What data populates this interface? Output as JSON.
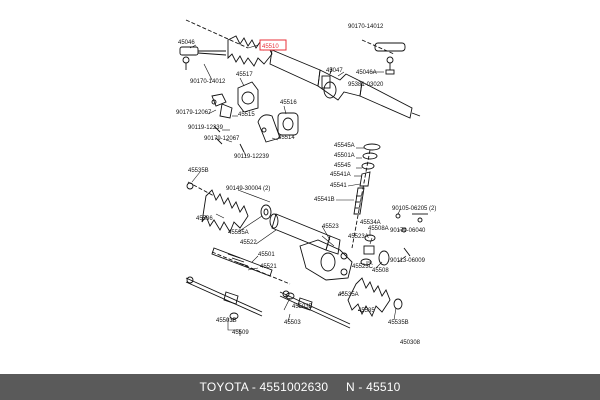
{
  "diagram": {
    "parts": {
      "p90170_14012_a": "90170-14012",
      "p45046": "45046",
      "p45510": "45510",
      "p90170_14012_b": "90170-14012",
      "p45517": "45517",
      "p45047": "45047",
      "p45046A": "45046A",
      "p95381": "95381-03020",
      "p90179_12067_a": "90179-12067",
      "p45515": "45515",
      "p45516": "45516",
      "p90119_12239_a": "90119-12239",
      "p90179_12067_b": "90179-12067",
      "p45514": "45514",
      "p90119_12239_b": "90119-12239",
      "p45545A": "45545A",
      "p45501A": "45501A",
      "p45545": "45545",
      "p45541A": "45541A",
      "p45541": "45541",
      "p45535B_a": "45535B",
      "p90149": "90149-30004 (2)",
      "p45541B": "45541B",
      "p90105": "90105-06205 (2)",
      "p45536": "45536",
      "p45534A": "45534A",
      "p45508A": "45508A",
      "p90179_06040": "90179-06040",
      "p45535A_a": "45535A",
      "p45523": "45523",
      "p45522": "45522",
      "p45523A": "45523A",
      "p45501": "45501",
      "p90113_06009": "90113-06009",
      "p45523C": "45523C",
      "p45508": "45508",
      "p45521": "45521",
      "p45535A_b": "45535A",
      "p45503B": "45503B",
      "p45535": "45535",
      "p45503B_b": "45503B",
      "p45503": "45503",
      "p45535B_b": "45535B",
      "p45509": "45509",
      "p450308": "450308"
    }
  },
  "footer": {
    "text": "TOYOTA - 4551002630     N - 45510"
  },
  "colors": {
    "highlight": "#e8313a",
    "footer_bg": "#5a5a5a"
  }
}
